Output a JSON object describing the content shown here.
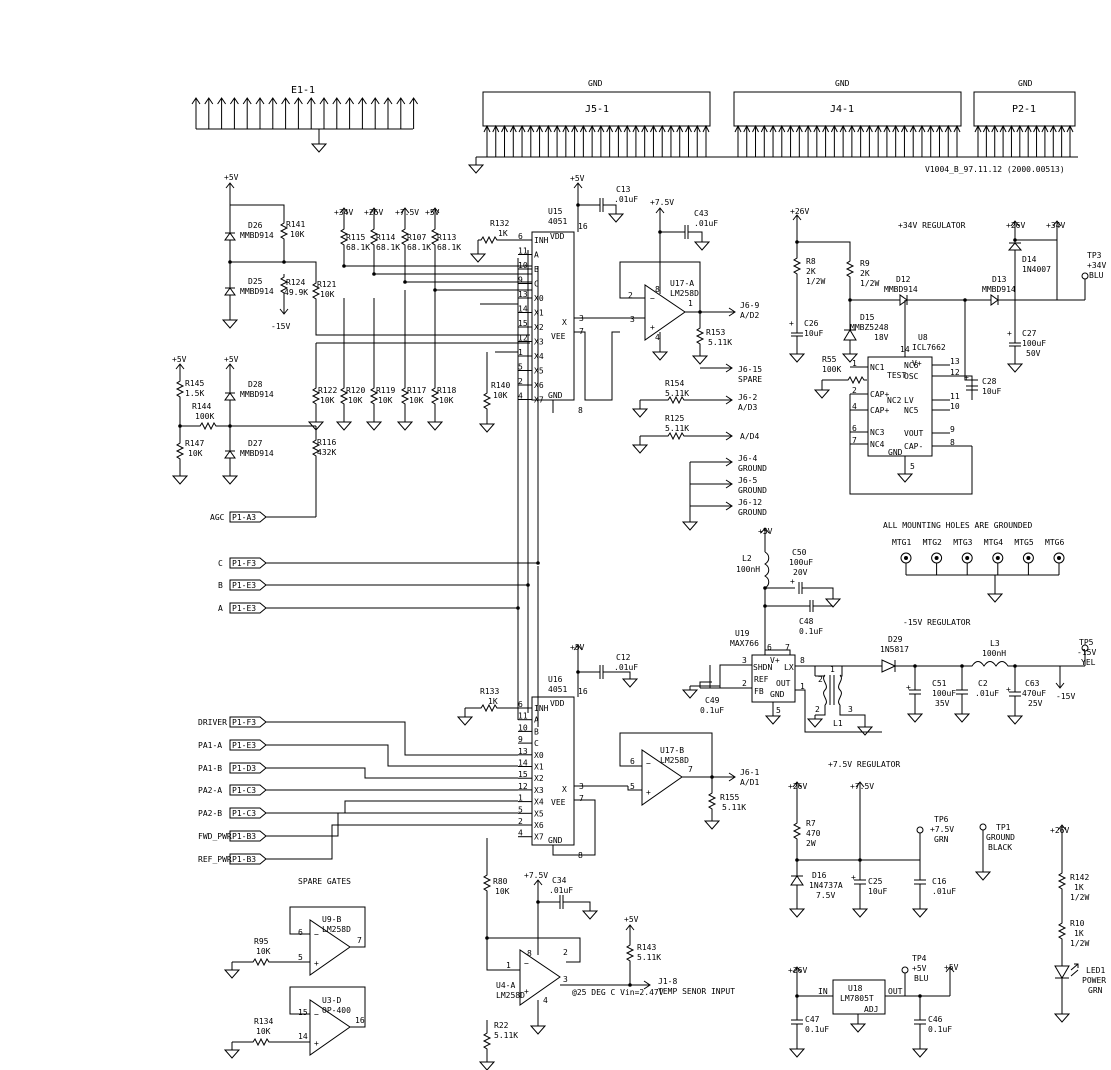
{
  "headers": {
    "e1": "E1-1",
    "j5": "J5-1",
    "j4": "J4-1",
    "p2": "P2-1",
    "gnd": "GND",
    "version": "V1004_B_97.11.12 (2000.00513)"
  },
  "rails": {
    "p5v": "+5V",
    "p34v": "+34V",
    "p26v": "+26V",
    "p75v": "+7.5V",
    "m15v": "-15V"
  },
  "left": {
    "d26": "D26",
    "d26p": "MMBD914",
    "r141": "R141",
    "r141v": "10K",
    "d25": "D25",
    "d25p": "MMBD914",
    "r124": "R124",
    "r124v": "49.9K",
    "r121": "R121",
    "r121v": "10K",
    "r145": "R145",
    "r145v": "1.5K",
    "r144": "R144",
    "r144v": "100K",
    "r147": "R147",
    "r147v": "10K",
    "d28": "D28",
    "d28p": "MMBD914",
    "d27": "D27",
    "d27p": "MMBD914",
    "r116": "R116",
    "r116v": "432K",
    "agc": "AGC",
    "p1a3": "P1-A3"
  },
  "rbank": {
    "top": [
      {
        "ref": "R115",
        "val": "68.1K",
        "rail": "+34V"
      },
      {
        "ref": "R114",
        "val": "68.1K",
        "rail": "+26V"
      },
      {
        "ref": "R107",
        "val": "68.1K",
        "rail": "+7.5V"
      },
      {
        "ref": "R113",
        "val": "68.1K",
        "rail": "+5V"
      }
    ],
    "bottom": [
      {
        "ref": "R122",
        "val": "10K"
      },
      {
        "ref": "R120",
        "val": "10K"
      },
      {
        "ref": "R119",
        "val": "10K"
      },
      {
        "ref": "R117",
        "val": "10K"
      },
      {
        "ref": "R118",
        "val": "10K"
      }
    ]
  },
  "u15": {
    "ref": "U15",
    "part": "4051",
    "r132": "R132",
    "r132v": "1K",
    "pins_l": [
      {
        "n": "6",
        "s": "INH"
      },
      {
        "n": "11",
        "s": "A"
      },
      {
        "n": "10",
        "s": "B"
      },
      {
        "n": "9",
        "s": "C"
      },
      {
        "n": "13",
        "s": "X0"
      },
      {
        "n": "14",
        "s": "X1"
      },
      {
        "n": "15",
        "s": "X2"
      },
      {
        "n": "12",
        "s": "X3"
      },
      {
        "n": "1",
        "s": "X4"
      },
      {
        "n": "5",
        "s": "X5"
      },
      {
        "n": "2",
        "s": "X6"
      },
      {
        "n": "4",
        "s": "X7"
      }
    ],
    "vdd": "VDD",
    "p16": "16",
    "x": "X",
    "vee": "VEE",
    "gnd": "GND",
    "p3": "3",
    "p7": "7",
    "p8": "8",
    "c13": "C13",
    "c13v": ".01uF",
    "r140": "R140",
    "r140v": "10K"
  },
  "u17a": {
    "ref": "U17-A",
    "part": "LM258D",
    "c43": "C43",
    "c43v": ".01uF",
    "p1": "1",
    "p2": "2",
    "p3": "3",
    "p4": "4",
    "p8": "8",
    "r153": "R153",
    "r153v": "5.11K",
    "j69": "J6-9",
    "ad2": "A/D2"
  },
  "outs": {
    "j615": "J6-15",
    "spare": "SPARE",
    "r154": "R154",
    "r154v": "5.11K",
    "j62": "J6-2",
    "ad3": "A/D3",
    "r125": "R125",
    "r125v": "5.11K",
    "ad4": "A/D4",
    "grounds": [
      {
        "pin": "J6-4",
        "lbl": "GROUND"
      },
      {
        "pin": "J6-5",
        "lbl": "GROUND"
      },
      {
        "pin": "J6-12",
        "lbl": "GROUND"
      }
    ]
  },
  "sel": [
    {
      "lbl": "C",
      "conn": "P1-F3"
    },
    {
      "lbl": "B",
      "conn": "P1-E3"
    },
    {
      "lbl": "A",
      "conn": "P1-E3"
    }
  ],
  "u16": {
    "ref": "U16",
    "part": "4051",
    "r133": "R133",
    "r133v": "1K",
    "c12": "C12",
    "c12v": ".01uF",
    "pins_l": [
      {
        "n": "6",
        "s": "INH"
      },
      {
        "n": "11",
        "s": "A"
      },
      {
        "n": "10",
        "s": "B"
      },
      {
        "n": "9",
        "s": "C"
      },
      {
        "n": "13",
        "s": "X0"
      },
      {
        "n": "14",
        "s": "X1"
      },
      {
        "n": "15",
        "s": "X2"
      },
      {
        "n": "12",
        "s": "X3"
      },
      {
        "n": "1",
        "s": "X4"
      },
      {
        "n": "5",
        "s": "X5"
      },
      {
        "n": "2",
        "s": "X6"
      },
      {
        "n": "4",
        "s": "X7"
      }
    ],
    "vdd": "VDD",
    "p16": "16",
    "x": "X",
    "vee": "VEE",
    "gnd": "GND",
    "p3": "3",
    "p7": "7",
    "p8": "8"
  },
  "u17b": {
    "ref": "U17-B",
    "part": "LM258D",
    "p5": "5",
    "p6": "6",
    "p7": "7",
    "j61": "J6-1",
    "ad1": "A/D1",
    "r155": "R155",
    "r155v": "5.11K"
  },
  "inputs": [
    {
      "lbl": "DRIVER",
      "conn": "P1-F3"
    },
    {
      "lbl": "PA1-A",
      "conn": "P1-E3"
    },
    {
      "lbl": "PA1-B",
      "conn": "P1-D3"
    },
    {
      "lbl": "PA2-A",
      "conn": "P1-C3"
    },
    {
      "lbl": "PA2-B",
      "conn": "P1-C3"
    },
    {
      "lbl": "FWD_PWR",
      "conn": "P1-B3"
    },
    {
      "lbl": "REF_PWR",
      "conn": "P1-B3"
    }
  ],
  "spare": {
    "title": "SPARE GATES",
    "u9b": "U9-B",
    "u9bp": "LM258D",
    "r95": "R95",
    "r95v": "10K",
    "p5": "5",
    "p6": "6",
    "p7": "7",
    "u3d": "U3-D",
    "u3dp": "OP-400",
    "r134": "R134",
    "r134v": "10K",
    "p14": "14",
    "p15": "15",
    "p16": "16"
  },
  "temp": {
    "r80": "R80",
    "r80v": "10K",
    "c34": "C34",
    "c34v": ".01uF",
    "r143": "R143",
    "r143v": "5.11K",
    "u4a": "U4-A",
    "u4ap": "LM258D",
    "p1": "1",
    "p2": "2",
    "p3": "3",
    "p4": "4",
    "p8": "8",
    "note": "@25 DEG C Vin=2.47V",
    "j18": "J1-8",
    "sensor": "TEMP SENOR INPUT",
    "r22": "R22",
    "r22v": "5.11K"
  },
  "reg34": {
    "title": "+34V REGULATOR",
    "r8": "R8",
    "r8v": "2K",
    "r8w": "1/2W",
    "r9": "R9",
    "r9v": "2K",
    "r9w": "1/2W",
    "d12": "D12",
    "d12p": "MMBD914",
    "d13": "D13",
    "d13p": "MMBD914",
    "d14": "D14",
    "d14p": "1N4007",
    "tp3": "TP3",
    "tp3v": "+34V",
    "tp3c": "BLU",
    "c26": "C26",
    "c26v": "10uF",
    "d15": "D15",
    "d15p": "MMBZ5248",
    "d15v": "18V",
    "u8": "U8",
    "u8p": "ICL7662",
    "r55": "R55",
    "r55v": "100K",
    "c27": "C27",
    "c27v": "100uF",
    "c27w": "50V",
    "c28": "C28",
    "c28v": "10uF",
    "pins_l": [
      {
        "n": "1",
        "s": "NC1"
      },
      {
        "n": "2",
        "s": "CAP+"
      },
      {
        "n": "4",
        "s": "CAP+"
      },
      {
        "n": "6",
        "s": "NC3"
      },
      {
        "n": "7",
        "s": "NC4"
      }
    ],
    "pins_r": [
      {
        "n": "13",
        "s": "NC6"
      },
      {
        "n": "12",
        "s": "OSC"
      },
      {
        "n": "11",
        "s": "LV"
      },
      {
        "n": "10",
        "s": "NC5"
      },
      {
        "n": "9",
        "s": "VOUT"
      },
      {
        "n": "8",
        "s": "CAP-"
      }
    ],
    "test": "TEST",
    "nc2": "NC2",
    "vplus": "V+",
    "p14": "14",
    "gnd": "GND",
    "p5": "5"
  },
  "mtg": {
    "title": "ALL MOUNTING HOLES ARE GROUNDED",
    "holes": [
      "MTG1",
      "MTG2",
      "MTG3",
      "MTG4",
      "MTG5",
      "MTG6"
    ]
  },
  "regm15": {
    "title": "-15V REGULATOR",
    "l2": "L2",
    "l2v": "100nH",
    "c50": "C50",
    "c50v": "100uF",
    "c50w": "20V",
    "c48": "C48",
    "c48v": "0.1uF",
    "u19": "U19",
    "u19p": "MAX766",
    "shdn": "SHDN",
    "vplus": "V+",
    "lx": "LX",
    "ref": "REF",
    "fb": "FB",
    "out": "OUT",
    "gnd": "GND",
    "p1": "1",
    "p2": "2",
    "p3": "3",
    "p5": "5",
    "p6": "6",
    "p7": "7",
    "p8": "8",
    "c49": "C49",
    "c49v": "0.1uF",
    "l1": "L1",
    "d29": "D29",
    "d29p": "1N5817",
    "l3": "L3",
    "l3v": "100nH",
    "c51": "C51",
    "c51v": "100uF",
    "c51w": "35V",
    "c2": "C2",
    "c2v": ".01uF",
    "c63": "C63",
    "c63v": "470uF",
    "c63w": "25V",
    "tp5": "TP5",
    "tp5v": "-15V",
    "tp5c": "YEL",
    "out15": "-15V"
  },
  "reg75": {
    "title": "+7.5V REGULATOR",
    "r7": "R7",
    "r7v": "470",
    "r7w": "2W",
    "d16": "D16",
    "d16p": "1N4737A",
    "d16v": "7.5V",
    "c25": "C25",
    "c25v": "10uF",
    "tp6": "TP6",
    "tp6v": "+7.5V",
    "tp6c": "GRN",
    "c16": "C16",
    "c16v": ".01uF",
    "tp1": "TP1",
    "tp1v": "GROUND",
    "tp1c": "BLACK"
  },
  "reg5": {
    "tp4": "TP4",
    "tp4v": "+5V",
    "tp4c": "BLU",
    "u18": "U18",
    "u18p": "LM7805T",
    "in": "IN",
    "out": "OUT",
    "adj": "ADJ",
    "c47": "C47",
    "c47v": "0.1uF",
    "c46": "C46",
    "c46v": "0.1uF"
  },
  "led": {
    "r142": "R142",
    "r142v": "1K",
    "r142w": "1/2W",
    "r10": "R10",
    "r10v": "1K",
    "r10w": "1/2W",
    "led1": "LED1",
    "power": "POWER",
    "grn": "GRN"
  }
}
